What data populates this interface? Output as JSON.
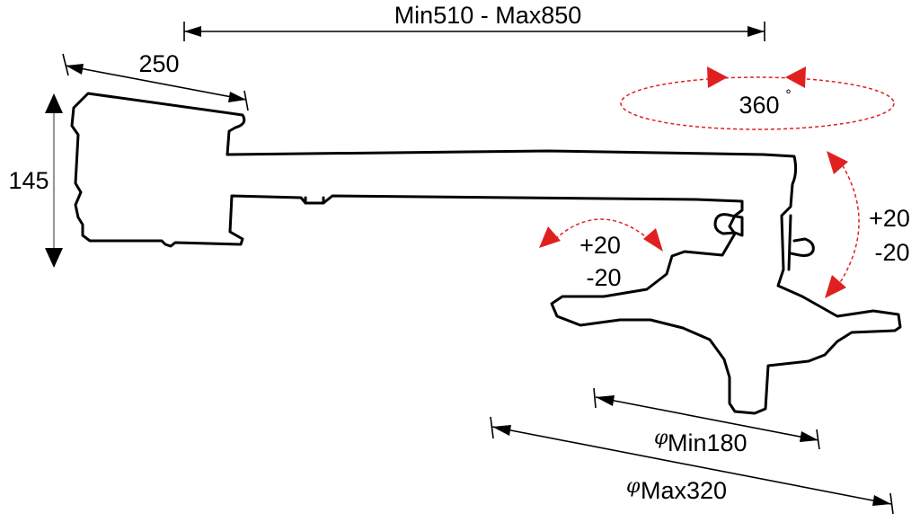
{
  "dimensions": {
    "extension": "Min510 - Max850",
    "mount_width": "250",
    "mount_height": "145",
    "rotation": "360",
    "degree_mark": "°",
    "tilt_plus": "+20",
    "tilt_minus": "-20",
    "swivel_plus": "+20",
    "swivel_minus": "-20",
    "phi_symbol": "φ",
    "min_diameter": "Min180",
    "max_diameter": "Max320"
  },
  "colors": {
    "outline": "#000000",
    "motion_arrows": "#e02020",
    "height_line": "#999999"
  }
}
